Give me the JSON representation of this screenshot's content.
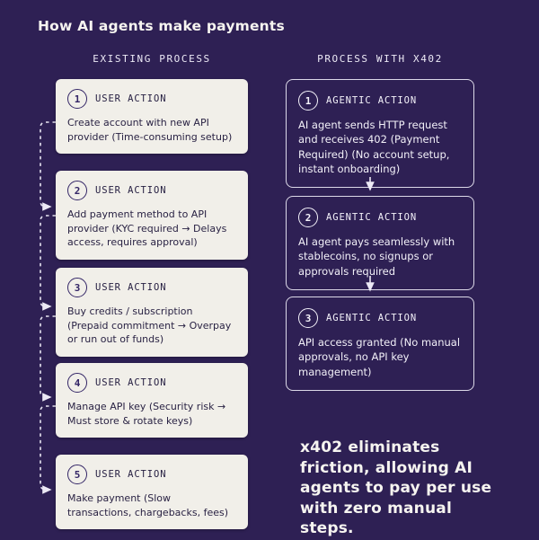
{
  "page": {
    "title": "How AI agents make payments",
    "bg_color": "#2e2054",
    "card_bg_color": "#f1efe9",
    "text_light_color": "#f6f4f0",
    "text_dark_color": "#241d40"
  },
  "left": {
    "heading": "EXISTING PROCESS",
    "cards": [
      {
        "num": "1",
        "label": "USER ACTION",
        "desc": "Create account with new API provider (Time-consuming setup)"
      },
      {
        "num": "2",
        "label": "USER ACTION",
        "desc": "Add payment method to API provider (KYC required → Delays access, requires approval)"
      },
      {
        "num": "3",
        "label": "USER ACTION",
        "desc": "Buy credits / subscription (Prepaid commitment → Overpay or run out of funds)"
      },
      {
        "num": "4",
        "label": "USER ACTION",
        "desc": "Manage API key (Security risk → Must store & rotate keys)"
      },
      {
        "num": "5",
        "label": "USER ACTION",
        "desc": "Make payment (Slow transactions, chargebacks, fees)"
      }
    ]
  },
  "right": {
    "heading": "PROCESS WITH X402",
    "cards": [
      {
        "num": "1",
        "label": "AGENTIC ACTION",
        "desc": "AI agent sends HTTP request and receives 402 (Payment Required) (No account setup, instant onboarding)"
      },
      {
        "num": "2",
        "label": "AGENTIC ACTION",
        "desc": "AI agent pays seamlessly with stablecoins, no signups or approvals required"
      },
      {
        "num": "3",
        "label": "AGENTIC ACTION",
        "desc": "API access granted (No manual approvals, no API key management)"
      }
    ],
    "footer": "x402 eliminates friction, allowing AI agents to pay per use with zero manual steps."
  }
}
